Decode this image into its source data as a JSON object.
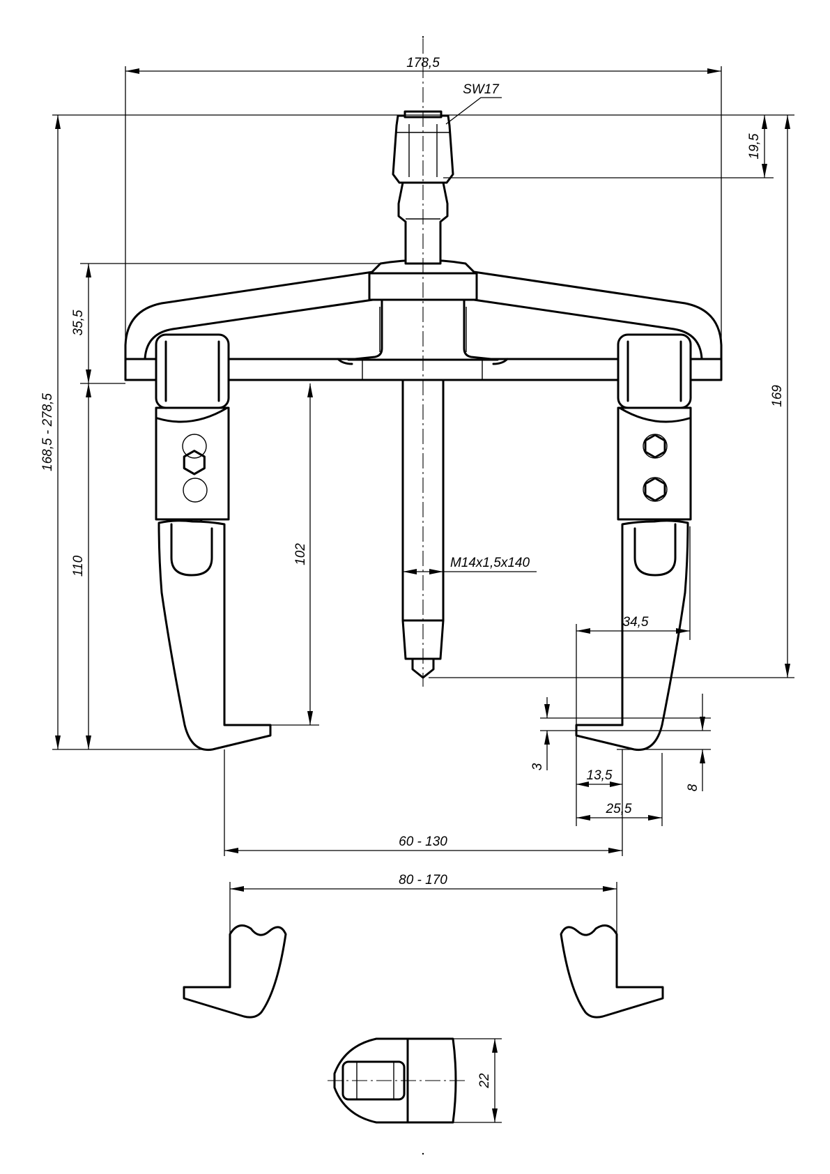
{
  "drawing": {
    "dimensions": {
      "overall_width": "178,5",
      "wrench_size": "SW17",
      "nut_height": "19,5",
      "height_range": "168,5 - 278,5",
      "crossbar_height": "35,5",
      "jaw_length": "110",
      "reach": "102",
      "spindle_thread": "M14x1,5x140",
      "spindle_height": "169",
      "jaw_offset": "34,5",
      "hook_depth": "3",
      "hook_width": "13,5",
      "hook_thickness": "8",
      "jaw_width": "25,5",
      "internal_span": "60 - 130",
      "external_span": "80 - 170",
      "jaw_thickness": "22"
    }
  }
}
